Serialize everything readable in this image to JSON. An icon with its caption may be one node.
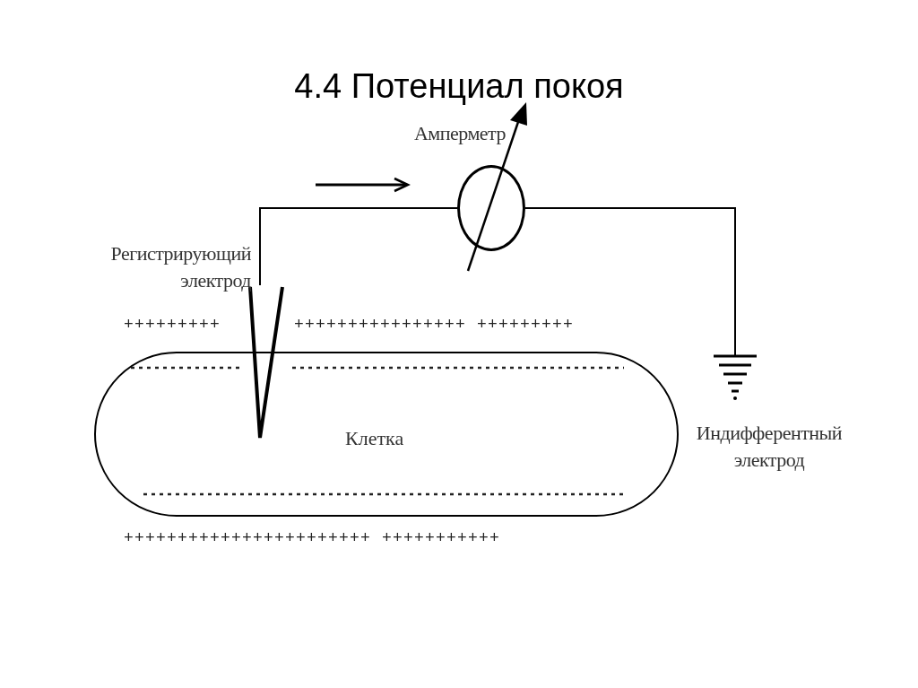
{
  "diagram": {
    "title": "4.4 Потенциал покоя",
    "nodes": [
      {
        "text": [
          "Клетка"
        ]
      },
      {
        "text": [],
        "shape": "circle",
        "beside": [
          "Амперметр"
        ]
      },
      {
        "text": [],
        "shape": "triangle",
        "beside": [
          "Регистрирующий электрод"
        ]
      },
      {
        "text": [],
        "shape": "ground",
        "beside": [
          "Индифферентный электрод"
        ]
      }
    ],
    "edges": [
      {
        "from": 2,
        "to": 1,
        "arrow": "none"
      },
      {
        "from": 1,
        "to": 3,
        "arrow": "none"
      }
    ],
    "labels": [
      "+++++++++",
      "++++++++++++++++ +++++++++",
      "+++++++++++++++++++++++ +++++++++++"
    ]
  }
}
